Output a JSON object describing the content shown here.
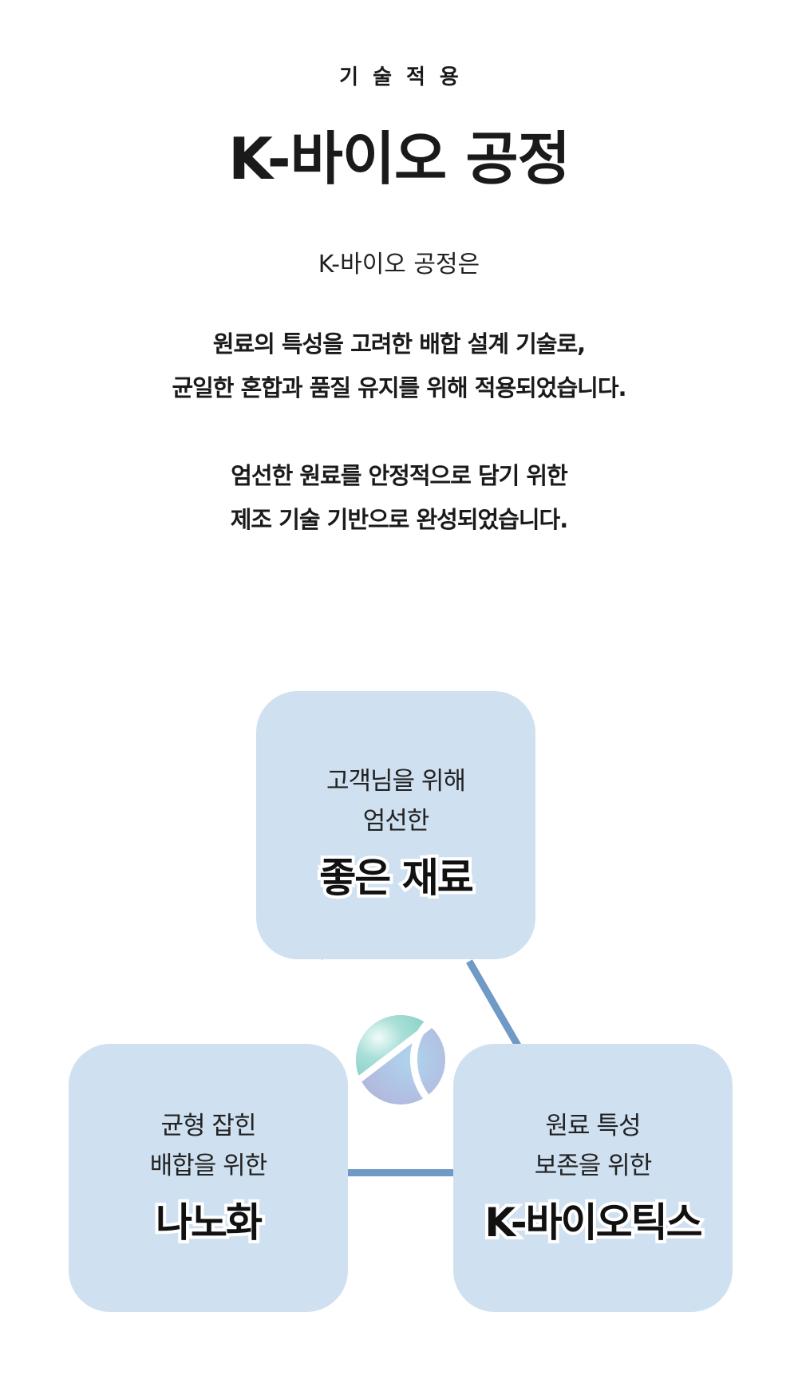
{
  "header": {
    "eyebrow": "기술적용",
    "title": "K-바이오 공정",
    "subtitle": "K-바이오 공정은"
  },
  "description": {
    "paragraph1": [
      "원료의 특성을 고려한 배합 설계 기술로,",
      "균일한 혼합과 품질 유지를 위해 적용되었습니다."
    ],
    "paragraph2": [
      "엄선한 원료를 안정적으로 담기 위한",
      "제조 기술 기반으로 완성되었습니다."
    ]
  },
  "diagram": {
    "top": {
      "line1": "고객님을 위해",
      "line2": "엄선한",
      "title": "좋은 재료"
    },
    "left": {
      "line1": "균형 잡힌",
      "line2": "배합을 위한",
      "title": "나노화"
    },
    "right": {
      "line1": "원료 특성",
      "line2": "보존을 위한",
      "title": "K-바이오틱스"
    },
    "colors": {
      "box": "#cfe0f1",
      "connector": "#6f9ac6",
      "logo_teal": "#8fd6cc",
      "logo_purple": "#b3b6dc"
    }
  }
}
